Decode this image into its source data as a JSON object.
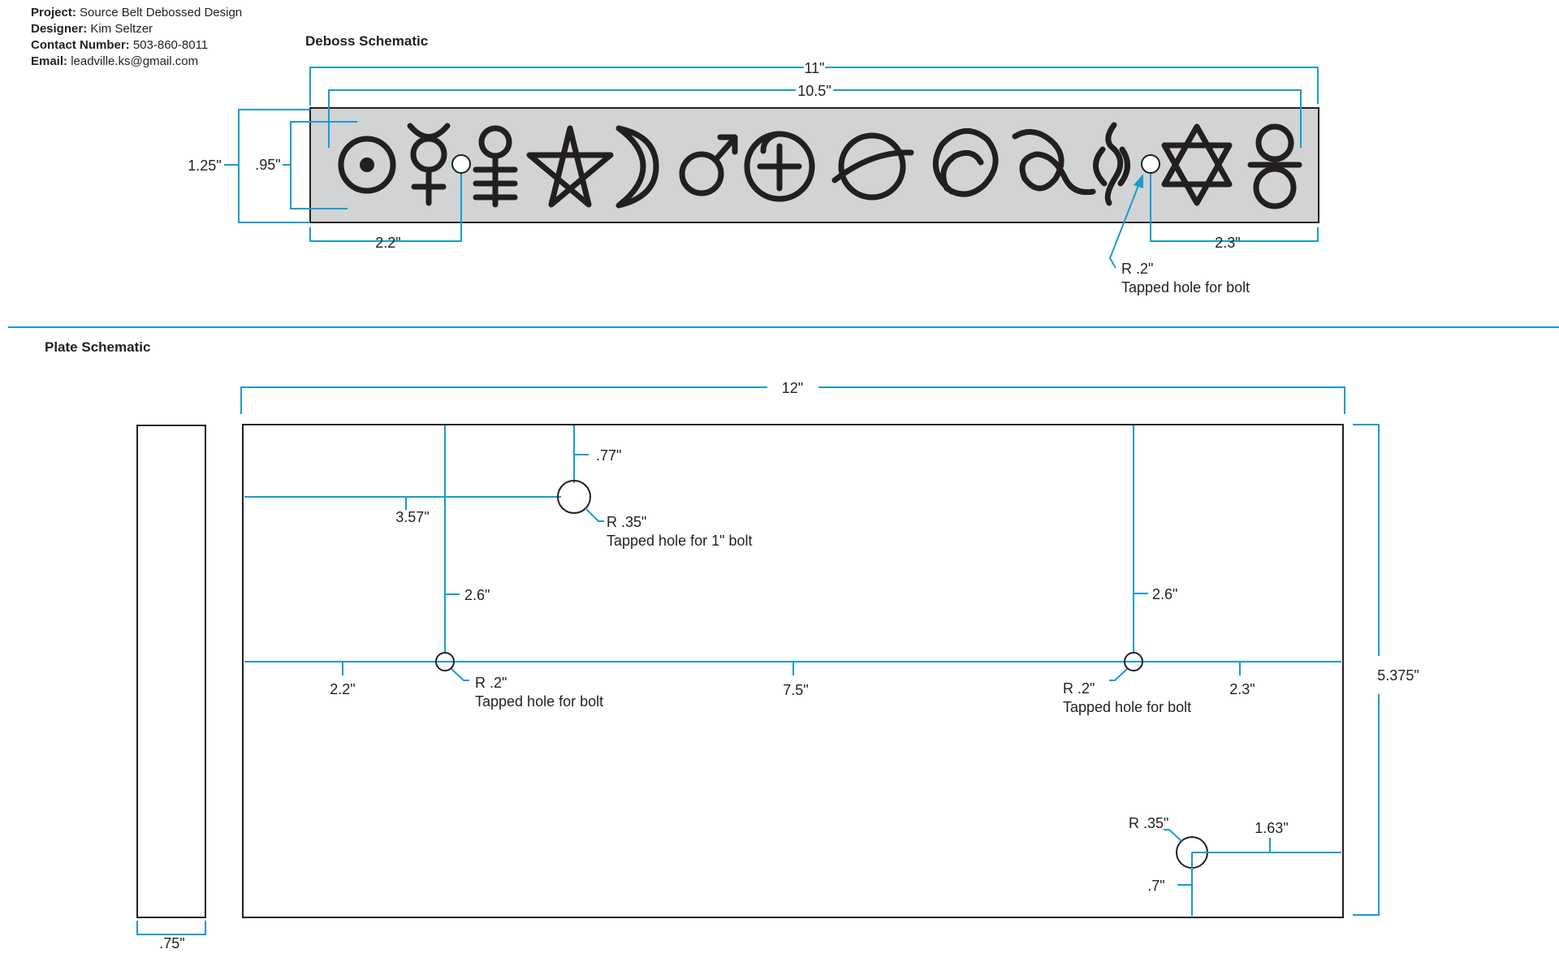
{
  "header": {
    "project_label": "Project:",
    "project_value": "Source Belt Debossed Design",
    "designer_label": "Designer:",
    "designer_value": "Kim Seltzer",
    "contact_label": "Contact Number:",
    "contact_value": "503-860-8011",
    "email_label": "Email:",
    "email_value": "leadville.ks@gmail.com"
  },
  "deboss": {
    "title": "Deboss Schematic",
    "dim_overall": "11\"",
    "dim_inner": "10.5\"",
    "dim_height": "1.25\"",
    "dim_inner_height": ".95\"",
    "dim_left_hole": "2.2\"",
    "dim_right_hole": "2.3\"",
    "hole_radius": "R .2\"",
    "hole_note": "Tapped hole for bolt",
    "symbols": [
      "sun-icon",
      "mercury-icon",
      "hole",
      "venus-triple-bar-icon",
      "pentagram-icon",
      "crescent-moon-icon",
      "mars-icon",
      "earth-spiral-icon",
      "saturn-ring-icon",
      "spiral-icon",
      "wave-spiral-icon",
      "s-curve-icon",
      "hole",
      "star-of-david-icon",
      "infinity-knot-icon"
    ]
  },
  "plate": {
    "title": "Plate Schematic",
    "dim_width": "12\"",
    "dim_height": "5.375\"",
    "dim_thickness": ".75\"",
    "dim_top_hole_down": ".77\"",
    "dim_top_hole_left": "3.57\"",
    "top_hole_radius": "R .35\"",
    "top_hole_note": "Tapped hole for 1\" bolt",
    "dim_left_vertical": "2.6\"",
    "dim_right_vertical": "2.6\"",
    "dim_left_edge": "2.2\"",
    "dim_center": "7.5\"",
    "dim_right_edge": "2.3\"",
    "left_hole_radius": "R .2\"",
    "left_hole_note": "Tapped hole for bolt",
    "right_hole_radius": "R .2\"",
    "right_hole_note": "Tapped hole for bolt",
    "bottom_hole_radius": "R .35\"",
    "dim_bottom_right": "1.63\"",
    "dim_bottom_up": ".7\""
  }
}
